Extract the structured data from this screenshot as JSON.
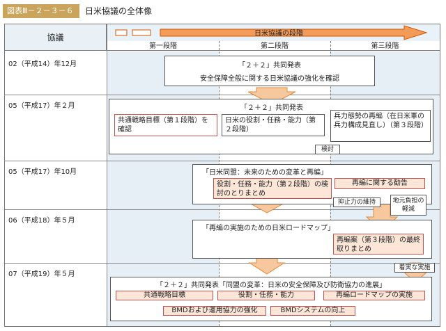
{
  "header": {
    "figure_label": "図表Ⅲ－２－３－６",
    "figure_title": "日米協議の全体像"
  },
  "table": {
    "column_header": "協議",
    "phases_title": "日米協議の段階",
    "stages": [
      "第一段階",
      "第二段階",
      "第三段階"
    ]
  },
  "rows": [
    {
      "date": "02（平成14）年12月"
    },
    {
      "date": "05（平成17）年２月"
    },
    {
      "date": "05（平成17）年10月"
    },
    {
      "date": "06（平成18）年５月"
    },
    {
      "date": "07（平成19）年５月"
    }
  ],
  "row1": {
    "title": "「２＋２」共同発表",
    "subtitle": "安全保障全般に関する日米協議の強化を確認"
  },
  "row2": {
    "title": "「２＋２」共同発表",
    "box1": "共通戦略目標（第１段階）を確認",
    "box2": "日米の役割・任務・能力（第２段階）",
    "box3": "兵力態勢の再編（在日米軍の兵力構成見直し）（第３段階）",
    "review": "検討"
  },
  "row3": {
    "title": "「日米同盟：未来のための変革と再編」",
    "box1": "役割・任務・能力（第２段階）の検討のとりまとめ",
    "box2": "再編に関する勧告",
    "tag1": "抑止力の維持",
    "tag2": "地元負担の軽減"
  },
  "row4": {
    "title": "「再編の実施のための日米ロードマップ」",
    "box": "再編案（第３段階）の最終取りまとめ"
  },
  "row5": {
    "tag": "着実な実施",
    "title": "「２＋２」共同発表「同盟の変革：日米の安全保障及び防衛協力の進展」",
    "items": [
      "共通戦略目標",
      "役割・任務・能力",
      "再編ロードマップの実施",
      "BMDおよび運用協力の強化",
      "BMDシステムの向上"
    ]
  }
}
